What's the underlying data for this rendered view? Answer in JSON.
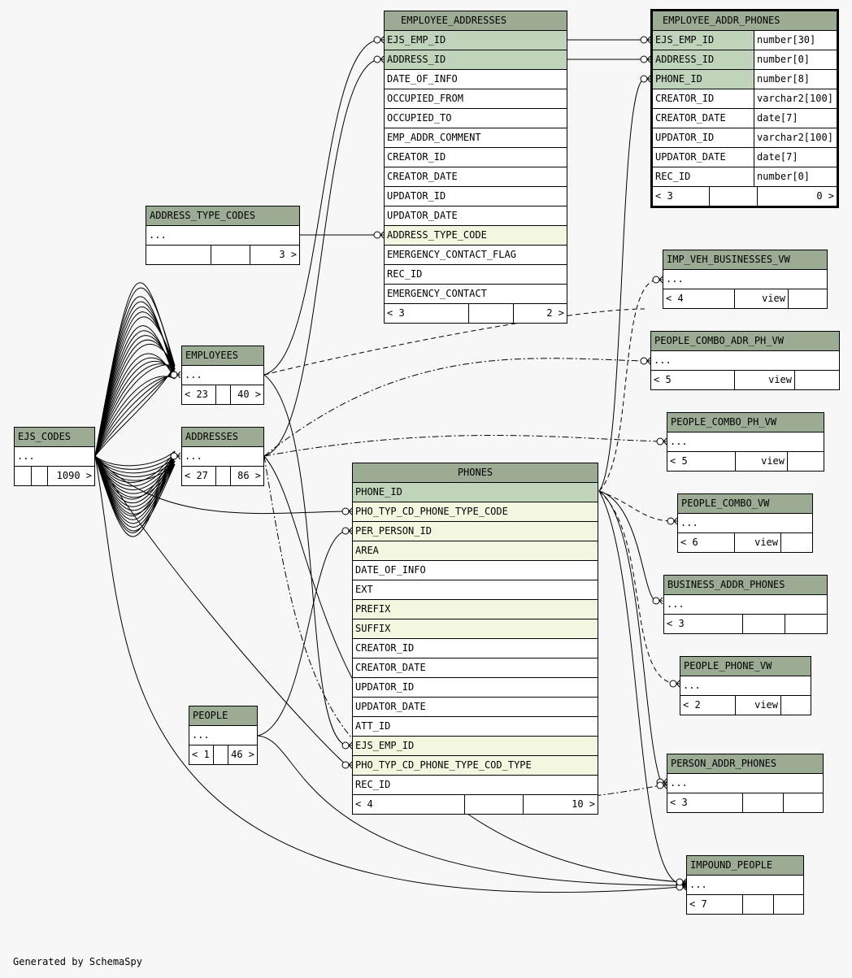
{
  "credit": "Generated by SchemaSpy",
  "colors": {
    "header": "#9cab94",
    "primary_key": "#bfd4bb",
    "foreign_key": "#f4f7e0",
    "background": "#f7f7f7"
  },
  "tables": {
    "employee_addresses": {
      "name": "EMPLOYEE_ADDRESSES",
      "columns": [
        {
          "name": "EJS_EMP_ID",
          "kind": "pk"
        },
        {
          "name": "ADDRESS_ID",
          "kind": "pk"
        },
        {
          "name": "DATE_OF_INFO",
          "kind": ""
        },
        {
          "name": "OCCUPIED_FROM",
          "kind": ""
        },
        {
          "name": "OCCUPIED_TO",
          "kind": ""
        },
        {
          "name": "EMP_ADDR_COMMENT",
          "kind": ""
        },
        {
          "name": "CREATOR_ID",
          "kind": ""
        },
        {
          "name": "CREATOR_DATE",
          "kind": ""
        },
        {
          "name": "UPDATOR_ID",
          "kind": ""
        },
        {
          "name": "UPDATOR_DATE",
          "kind": ""
        },
        {
          "name": "ADDRESS_TYPE_CODE",
          "kind": "fk"
        },
        {
          "name": "EMERGENCY_CONTACT_FLAG",
          "kind": ""
        },
        {
          "name": "REC_ID",
          "kind": ""
        },
        {
          "name": "EMERGENCY_CONTACT",
          "kind": ""
        }
      ],
      "footer": [
        "< 3",
        "",
        "2 >"
      ]
    },
    "employee_addr_phones": {
      "name": "EMPLOYEE_ADDR_PHONES",
      "columns": [
        {
          "name": "EJS_EMP_ID",
          "type": "number[30]",
          "kind": "pk"
        },
        {
          "name": "ADDRESS_ID",
          "type": "number[0]",
          "kind": "pk"
        },
        {
          "name": "PHONE_ID",
          "type": "number[8]",
          "kind": "pk"
        },
        {
          "name": "CREATOR_ID",
          "type": "varchar2[100]",
          "kind": ""
        },
        {
          "name": "CREATOR_DATE",
          "type": "date[7]",
          "kind": ""
        },
        {
          "name": "UPDATOR_ID",
          "type": "varchar2[100]",
          "kind": ""
        },
        {
          "name": "UPDATOR_DATE",
          "type": "date[7]",
          "kind": ""
        },
        {
          "name": "REC_ID",
          "type": "number[0]",
          "kind": ""
        }
      ],
      "footer": [
        "< 3",
        "",
        "0 >"
      ]
    },
    "address_type_codes": {
      "name": "ADDRESS_TYPE_CODES",
      "body": "...",
      "footer": [
        "",
        "",
        "3 >"
      ]
    },
    "employees": {
      "name": "EMPLOYEES",
      "body": "...",
      "footer": [
        "< 23",
        "",
        "40 >"
      ]
    },
    "addresses": {
      "name": "ADDRESSES",
      "body": "...",
      "footer": [
        "< 27",
        "",
        "86 >"
      ]
    },
    "ejs_codes": {
      "name": "EJS_CODES",
      "body": "...",
      "footer": [
        "",
        "",
        "1090 >"
      ]
    },
    "people": {
      "name": "PEOPLE",
      "body": "...",
      "footer": [
        "< 1",
        "",
        "46 >"
      ]
    },
    "phones": {
      "name": "PHONES",
      "columns": [
        {
          "name": "PHONE_ID",
          "kind": "pk"
        },
        {
          "name": "PHO_TYP_CD_PHONE_TYPE_CODE",
          "kind": "fk"
        },
        {
          "name": "PER_PERSON_ID",
          "kind": "fk"
        },
        {
          "name": "AREA",
          "kind": "fk"
        },
        {
          "name": "DATE_OF_INFO",
          "kind": ""
        },
        {
          "name": "EXT",
          "kind": ""
        },
        {
          "name": "PREFIX",
          "kind": "fk"
        },
        {
          "name": "SUFFIX",
          "kind": "fk"
        },
        {
          "name": "CREATOR_ID",
          "kind": ""
        },
        {
          "name": "CREATOR_DATE",
          "kind": ""
        },
        {
          "name": "UPDATOR_ID",
          "kind": ""
        },
        {
          "name": "UPDATOR_DATE",
          "kind": ""
        },
        {
          "name": "ATT_ID",
          "kind": ""
        },
        {
          "name": "EJS_EMP_ID",
          "kind": "fk"
        },
        {
          "name": "PHO_TYP_CD_PHONE_TYPE_COD_TYPE",
          "kind": "fk"
        },
        {
          "name": "REC_ID",
          "kind": ""
        }
      ],
      "footer": [
        "< 4",
        "",
        "10 >"
      ]
    },
    "imp_veh_businesses_vw": {
      "name": "IMP_VEH_BUSINESSES_VW",
      "body": "...",
      "footer": [
        "< 4",
        "view",
        ""
      ]
    },
    "people_combo_adr_ph_vw": {
      "name": "PEOPLE_COMBO_ADR_PH_VW",
      "body": "...",
      "footer": [
        "< 5",
        "view",
        ""
      ]
    },
    "people_combo_ph_vw": {
      "name": "PEOPLE_COMBO_PH_VW",
      "body": "...",
      "footer": [
        "< 5",
        "view",
        ""
      ]
    },
    "people_combo_vw": {
      "name": "PEOPLE_COMBO_VW",
      "body": "...",
      "footer": [
        "< 6",
        "view",
        ""
      ]
    },
    "business_addr_phones": {
      "name": "BUSINESS_ADDR_PHONES",
      "body": "...",
      "footer": [
        "< 3",
        "",
        ""
      ]
    },
    "people_phone_vw": {
      "name": "PEOPLE_PHONE_VW",
      "body": "...",
      "footer": [
        "< 2",
        "view",
        ""
      ]
    },
    "person_addr_phones": {
      "name": "PERSON_ADDR_PHONES",
      "body": "...",
      "footer": [
        "< 3",
        "",
        ""
      ]
    },
    "impound_people": {
      "name": "IMPOUND_PEOPLE",
      "body": "...",
      "footer": [
        "< 7",
        "",
        ""
      ]
    }
  }
}
